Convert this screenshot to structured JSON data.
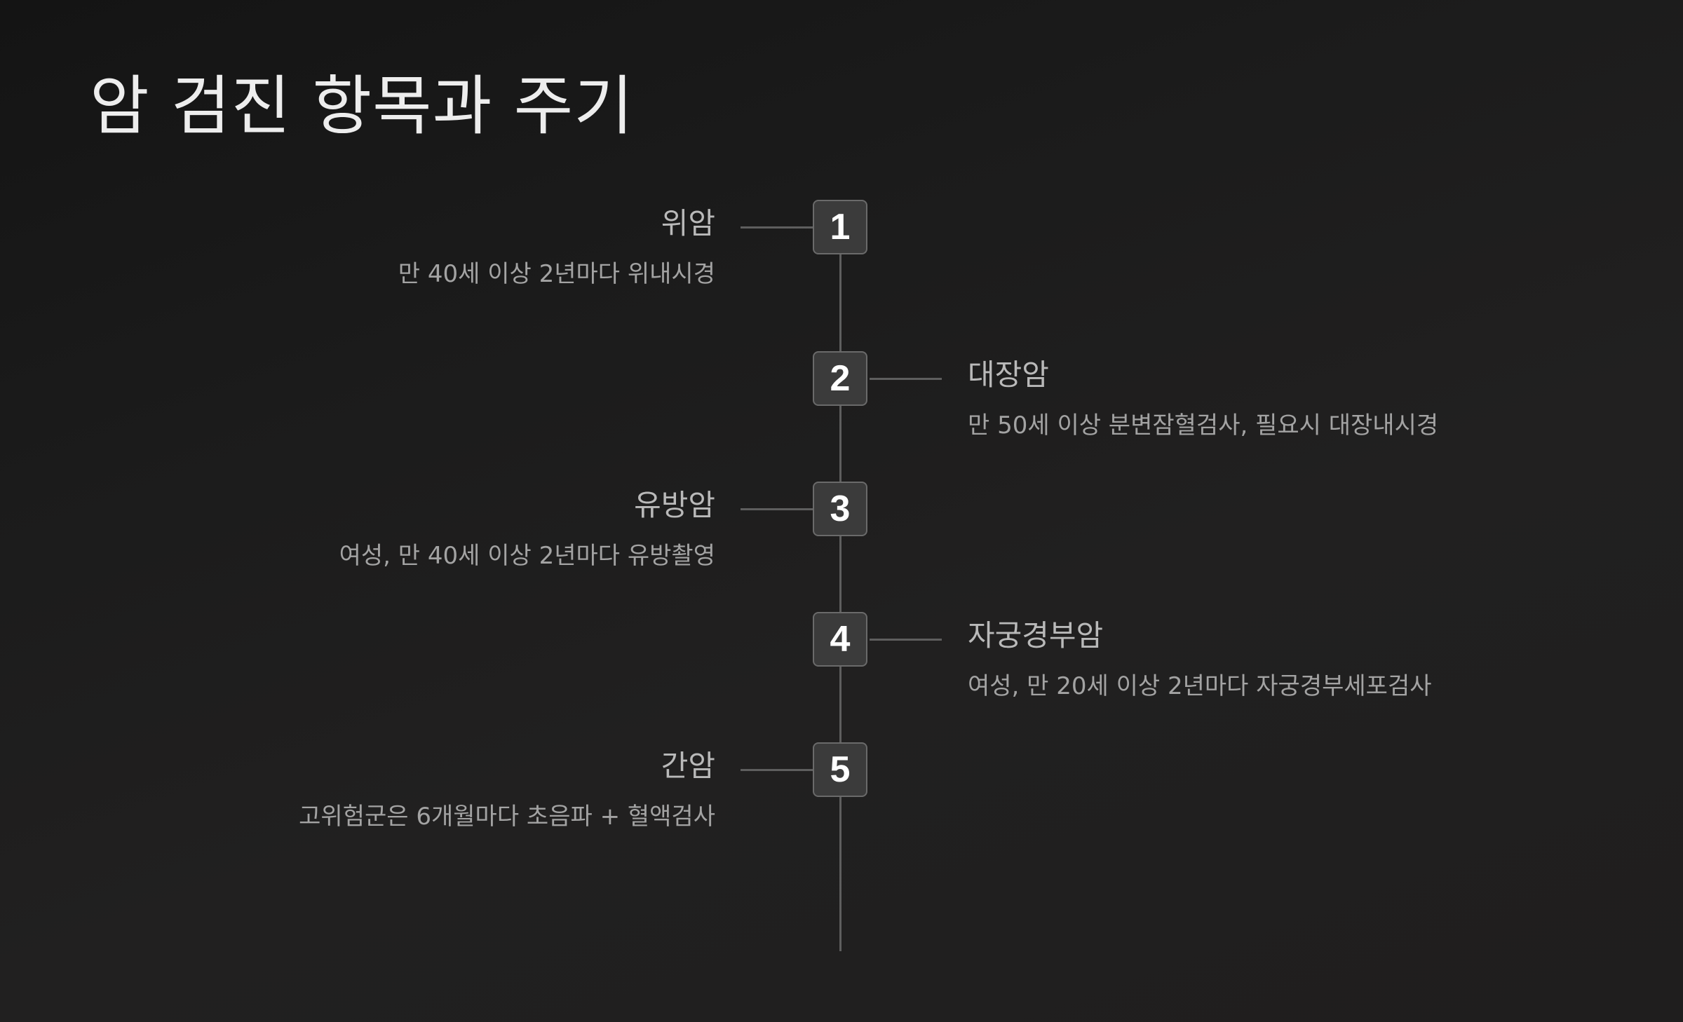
{
  "title": "암 검진 항목과 주기",
  "colors": {
    "background": "#1c1b1b",
    "line": "#5e5e5e",
    "badge_fill": "#3b3b3b",
    "badge_border": "#6a6a6a",
    "title_text": "#ededed",
    "label_text": "#b9b9b9",
    "desc_text": "#a3a3a3"
  },
  "steps": [
    {
      "number": "1",
      "name": "위암",
      "detail": "만 40세 이상 2년마다 위내시경"
    },
    {
      "number": "2",
      "name": "대장암",
      "detail": "만 50세 이상 분변잠혈검사, 필요시 대장내시경"
    },
    {
      "number": "3",
      "name": "유방암",
      "detail": "여성, 만 40세 이상 2년마다 유방촬영"
    },
    {
      "number": "4",
      "name": "자궁경부암",
      "detail": "여성, 만 20세 이상 2년마다 자궁경부세포검사"
    },
    {
      "number": "5",
      "name": "간암",
      "detail": "고위험군은 6개월마다 초음파 + 혈액검사"
    }
  ]
}
